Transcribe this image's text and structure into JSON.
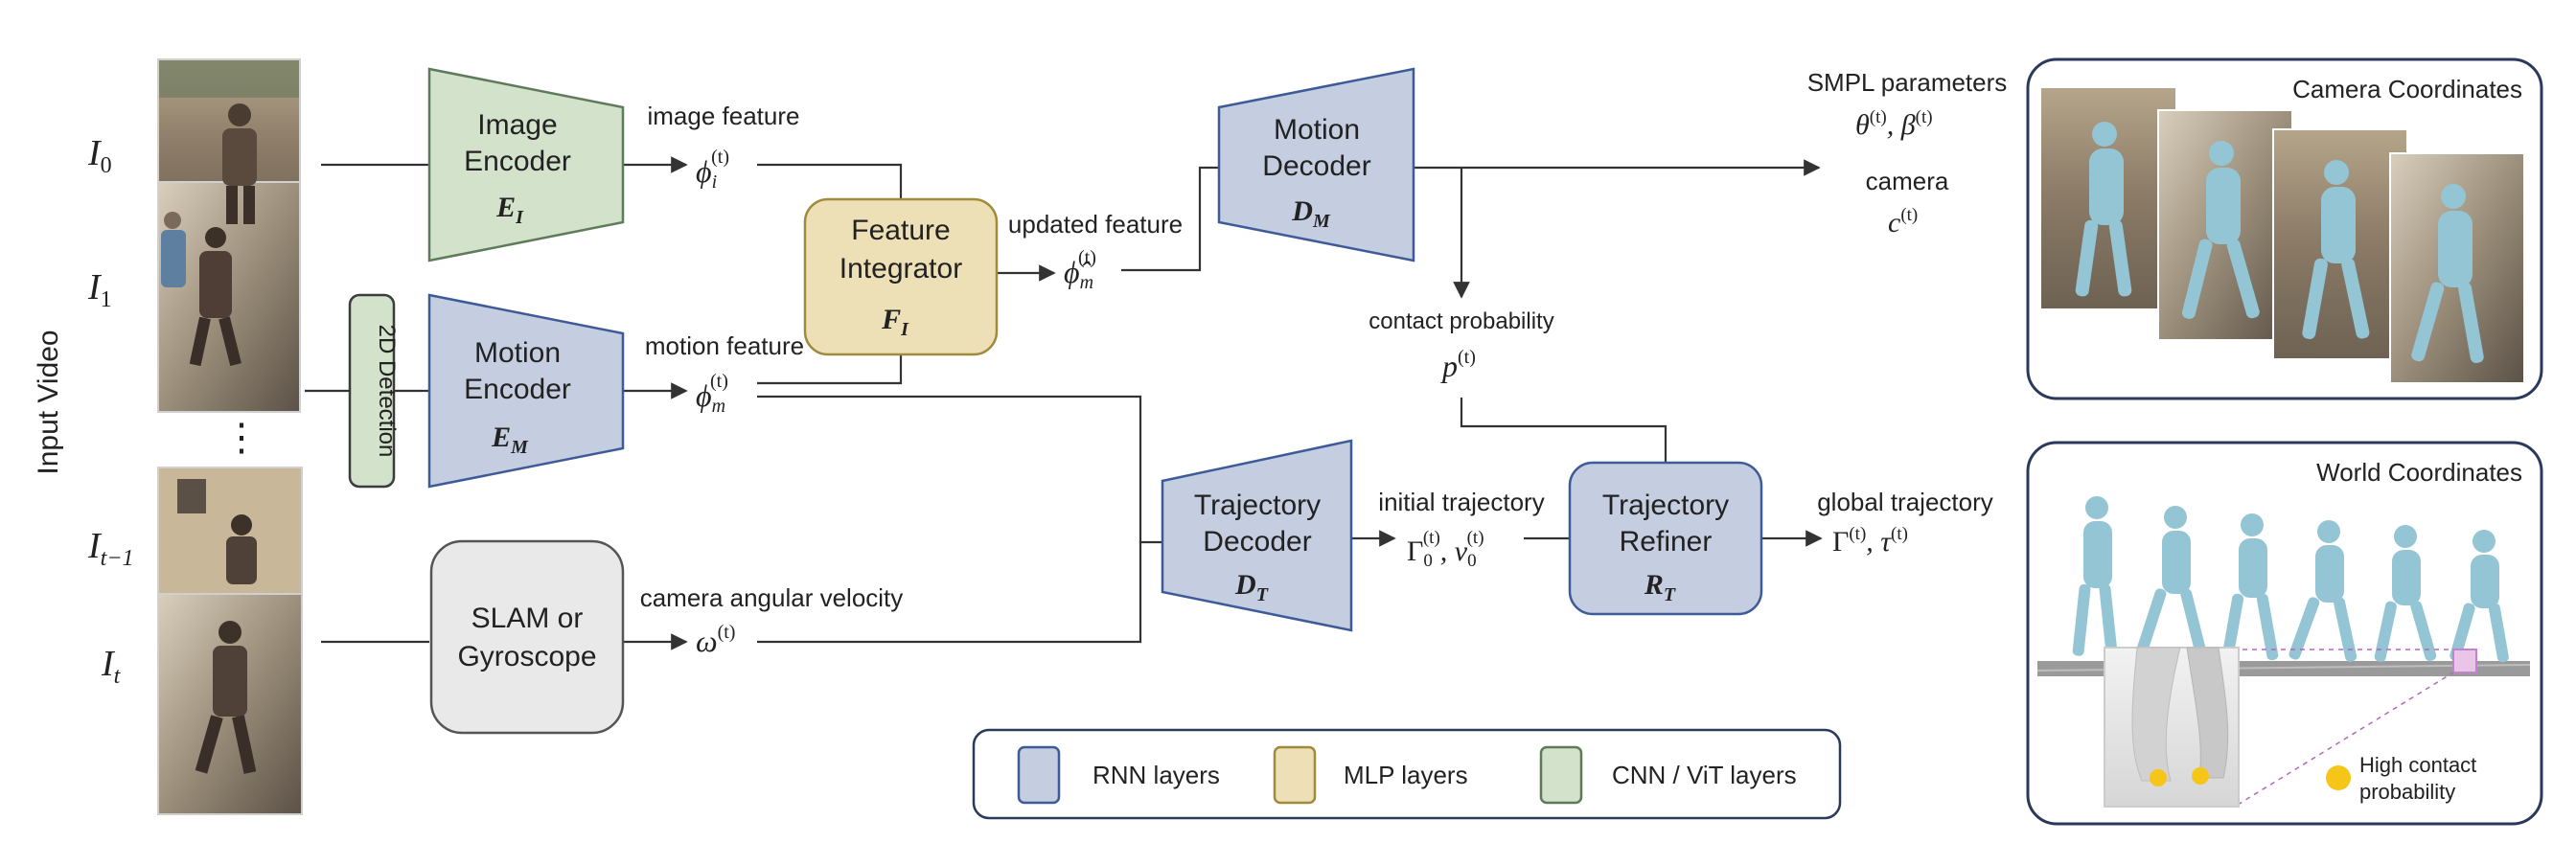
{
  "side_label": "Input Video",
  "frames": {
    "i0": "I",
    "i0_sub": "0",
    "i1": "I",
    "i1_sub": "1",
    "dots": "⋮",
    "itm1": "I",
    "itm1_sub": "t−1",
    "it": "I",
    "it_sub": "t"
  },
  "detection": "2D Detection",
  "blocks": {
    "image_encoder": {
      "line1": "Image",
      "line2": "Encoder",
      "sym": "E",
      "sub": "I"
    },
    "motion_encoder": {
      "line1": "Motion",
      "line2": "Encoder",
      "sym": "E",
      "sub": "M"
    },
    "slam": {
      "line1": "SLAM or",
      "line2": "Gyroscope"
    },
    "feature_integrator": {
      "line1": "Feature",
      "line2": "Integrator",
      "sym": "F",
      "sub": "I"
    },
    "motion_decoder": {
      "line1": "Motion",
      "line2": "Decoder",
      "sym": "D",
      "sub": "M"
    },
    "trajectory_decoder": {
      "line1": "Trajectory",
      "line2": "Decoder",
      "sym": "D",
      "sub": "T"
    },
    "trajectory_refiner": {
      "line1": "Trajectory",
      "line2": "Refiner",
      "sym": "R",
      "sub": "T"
    }
  },
  "signals": {
    "image_feature": {
      "label": "image feature",
      "sym": "ϕ",
      "sub": "i",
      "sup": "(t)"
    },
    "motion_feature": {
      "label": "motion feature",
      "sym": "ϕ",
      "sub": "m",
      "sup": "(t)"
    },
    "angular_velocity": {
      "label": "camera angular velocity",
      "sym": "ω",
      "sup": "(t)"
    },
    "updated_feature": {
      "label": "updated feature",
      "sym": "ϕ̂",
      "sub": "m",
      "sup": "(t)"
    },
    "contact": {
      "label": "contact probability",
      "sym": "p",
      "sup": "(t)"
    },
    "initial_trajectory": {
      "label": "initial trajectory",
      "sym1": "Γ",
      "sym2": "v",
      "sub": "0",
      "sup": "(t)"
    },
    "global_trajectory": {
      "label": "global trajectory",
      "sym1": "Γ",
      "sym2": "τ",
      "sup": "(t)"
    },
    "smpl": {
      "label": "SMPL parameters",
      "sym1": "θ",
      "sym2": "β",
      "sup": "(t)"
    },
    "camera": {
      "label": "camera",
      "sym": "c",
      "sup": "(t)"
    }
  },
  "panels": {
    "camera_coords": "Camera Coordinates",
    "world_coords": "World Coordinates",
    "contact_note1": "High contact",
    "contact_note2": "probability"
  },
  "legend": [
    {
      "label": "RNN layers",
      "color": "#c5cde0",
      "border": "#3d5a99"
    },
    {
      "label": "MLP layers",
      "color": "#ede0b6",
      "border": "#a08a3c"
    },
    {
      "label": "CNN / ViT layers",
      "color": "#d3e2cb",
      "border": "#5d7a5a"
    }
  ],
  "colors": {
    "rnn_fill": "#c5cde0",
    "rnn_stroke": "#3d5a99",
    "mlp_fill": "#ede0b6",
    "mlp_stroke": "#a08a3c",
    "cnn_fill": "#d3e2cb",
    "cnn_stroke": "#5d7a5a",
    "slam_fill": "#e9e9e9",
    "slam_stroke": "#555555",
    "mesh": "#93c5d4",
    "contact_dot": "#f5c518"
  }
}
